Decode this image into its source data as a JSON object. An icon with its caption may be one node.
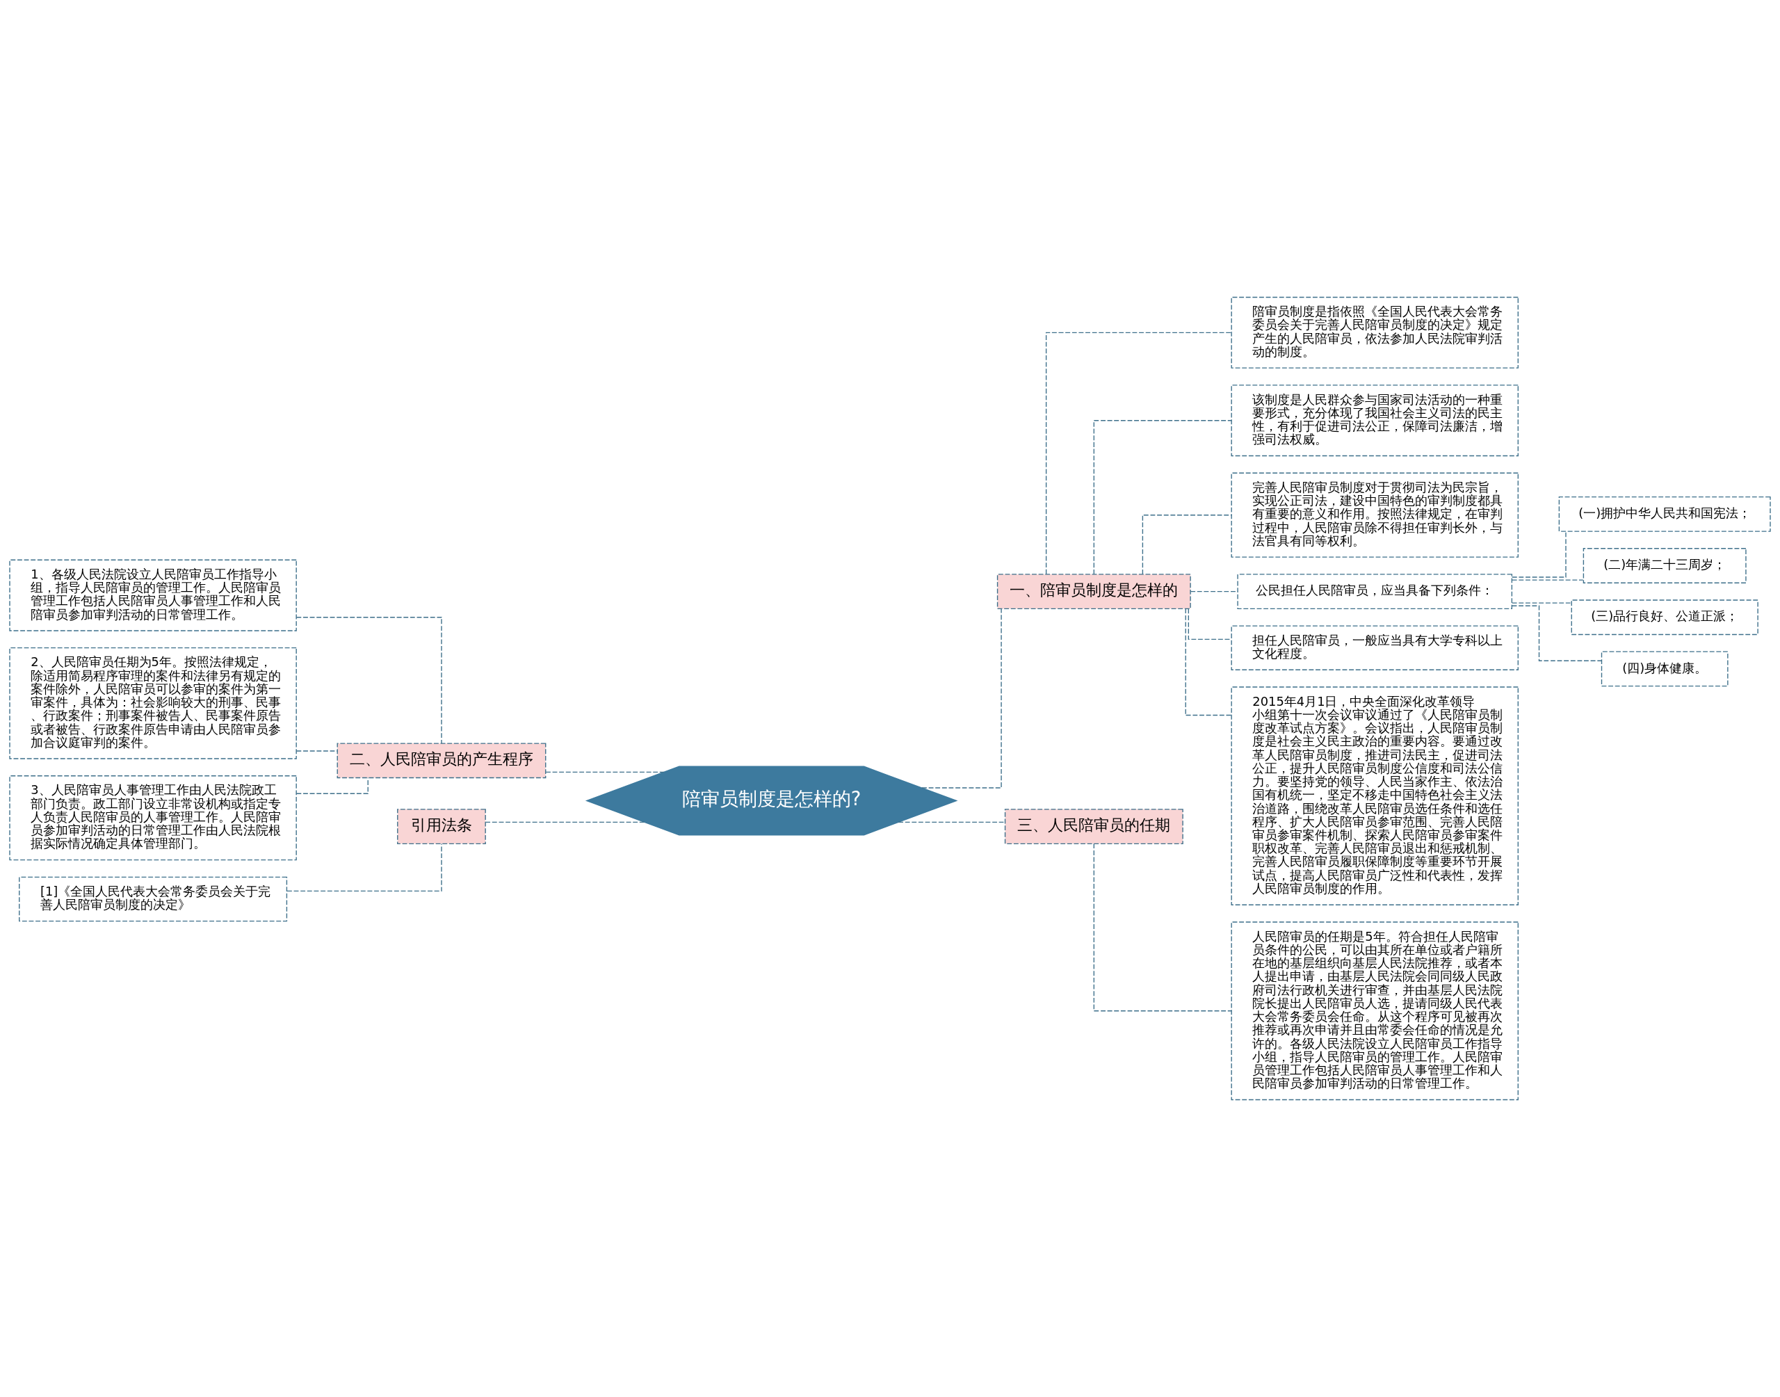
{
  "diagram": {
    "nodes": [
      {
        "text": [
          "陪审员制度是怎样的?"
        ]
      },
      {
        "text": [
          "一、陪审员制度是怎样的"
        ]
      },
      {
        "text": [
          "陪审员制度是指依照《全国人民代表大会常务委员会关于完善人民陪审员制度的决定》规定产生的人民陪审员，依法参加人民法院审判活动的制度。"
        ]
      },
      {
        "text": [
          "该制度是人民群众参与国家司法活动的一种重要形式，充分体现了我国社会主义司法的民主性，有利于促进司法公正，保障司法廉洁，增强司法权威。"
        ]
      },
      {
        "text": [
          "完善人民陪审员制度对于贯彻司法为民宗旨，实现公正司法，建设中国特色的审判制度都具有重要的意义和作用。按照法律规定，在审判过程中，人民陪审员除不得担任审判长外，与法官具有同等权利。"
        ]
      },
      {
        "text": [
          "公民担任人民陪审员，应当具备下列条件："
        ]
      },
      {
        "text": [
          "(一)拥护中华人民共和国宪法；"
        ]
      },
      {
        "text": [
          "(二)年满二十三周岁；"
        ]
      },
      {
        "text": [
          "(三)品行良好、公道正派；"
        ]
      },
      {
        "text": [
          "(四)身体健康。"
        ]
      },
      {
        "text": [
          "担任人民陪审员，一般应当具有大学专科以上文化程度。"
        ]
      },
      {
        "text": [
          "2015年4月1日，中央全面深化改革领导小组第十一次会议审议通过了《人民陪审员制度改革试点方案》。会议指出，人民陪审员制度是社会主义民主政治的重要内容。要通过改革人民陪审员制度，推进司法民主，促进司法公正，提升人民陪审员制度公信度和司法公信力。要坚持党的领导、人民当家作主、依法治国有机统一，坚定不移走中国特色社会主义法治道路，围绕改革人民陪审员选任条件和选任程序、扩大人民陪审员参审范围、完善人民陪审员参审案件机制、探索人民陪审员参审案件职权改革、完善人民陪审员退出和惩戒机制、完善人民陪审员履职保障制度等重要环节开展试点，提高人民陪审员广泛性和代表性，发挥人民陪审员制度的作用。"
        ]
      },
      {
        "text": [
          "三、人民陪审员的任期"
        ]
      },
      {
        "text": [
          "人民陪审员的任期是5年。符合担任人民陪审员条件的公民，可以由其所在单位或者户籍所在地的基层组织向基层人民法院推荐，或者本人提出申请，由基层人民法院会同同级人民政府司法行政机关进行审查，并由基层人民法院院长提出人民陪审员人选，提请同级人民代表大会常务委员会任命。从这个程序可见被再次推荐或再次申请并且由常委会任命的情况是允许的。各级人民法院设立人民陪审员工作指导小组，指导人民陪审员的管理工作。人民陪审员管理工作包括人民陪审员人事管理工作和人民陪审员参加审判活动的日常管理工作。"
        ]
      },
      {
        "text": [
          "二、人民陪审员的产生程序"
        ]
      },
      {
        "text": [
          "1、各级人民法院设立人民陪审员工作指导小组，指导人民陪审员的管理工作。人民陪审员管理工作包括人民陪审员人事管理工作和人民陪审员参加审判活动的日常管理工作。"
        ]
      },
      {
        "text": [
          "2、人民陪审员任期为5年。按照法律规定，除适用简易程序审理的案件和法律另有规定的案件除外，人民陪审员可以参审的案件为第一审案件，具体为：社会影响较大的刑事、民事、行政案件；刑事案件被告人、民事案件原告或者被告、行政案件原告申请由人民陪审员参加合议庭审判的案件。"
        ]
      },
      {
        "text": [
          "3、人民陪审员人事管理工作由人民法院政工部门负责。政工部门设立非常设机构或指定专人负责人民陪审员的人事管理工作。人民陪审员参加审判活动的日常管理工作由人民法院根据实际情况确定具体管理部门。"
        ]
      },
      {
        "text": [
          "引用法条"
        ]
      },
      {
        "text": [
          "[1]《全国人民代表大会常务委员会关于完善人民陪审员制度的决定》"
        ]
      }
    ],
    "edges": [
      {
        "from": 0,
        "to": 1,
        "arrow": "none",
        "style": "dashed"
      },
      {
        "from": 1,
        "to": 2,
        "arrow": "none",
        "style": "dashed"
      },
      {
        "from": 1,
        "to": 3,
        "arrow": "none",
        "style": "dashed"
      },
      {
        "from": 1,
        "to": 4,
        "arrow": "none",
        "style": "dashed"
      },
      {
        "from": 1,
        "to": 5,
        "arrow": "none",
        "style": "dashed"
      },
      {
        "from": 5,
        "to": 6,
        "arrow": "none",
        "style": "dashed"
      },
      {
        "from": 5,
        "to": 7,
        "arrow": "none",
        "style": "dashed"
      },
      {
        "from": 5,
        "to": 8,
        "arrow": "none",
        "style": "dashed"
      },
      {
        "from": 5,
        "to": 9,
        "arrow": "none",
        "style": "dashed"
      },
      {
        "from": 1,
        "to": 10,
        "arrow": "none",
        "style": "dashed"
      },
      {
        "from": 1,
        "to": 11,
        "arrow": "none",
        "style": "dashed"
      },
      {
        "from": 0,
        "to": 12,
        "arrow": "none",
        "style": "dashed"
      },
      {
        "from": 12,
        "to": 13,
        "arrow": "none",
        "style": "dashed"
      },
      {
        "from": 0,
        "to": 14,
        "arrow": "none",
        "style": "dashed"
      },
      {
        "from": 14,
        "to": 15,
        "arrow": "none",
        "style": "dashed"
      },
      {
        "from": 14,
        "to": 16,
        "arrow": "none",
        "style": "dashed"
      },
      {
        "from": 14,
        "to": 17,
        "arrow": "none",
        "style": "dashed"
      },
      {
        "from": 0,
        "to": 18,
        "arrow": "none",
        "style": "dashed"
      },
      {
        "from": 18,
        "to": 19,
        "arrow": "none",
        "style": "dashed"
      }
    ]
  }
}
